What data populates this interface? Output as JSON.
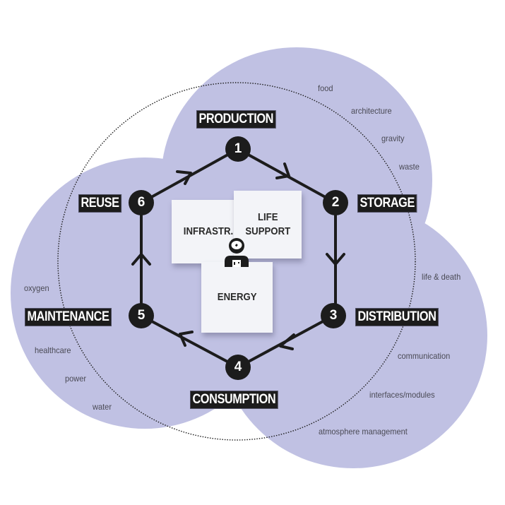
{
  "colors": {
    "cloud": "#c0c1e3",
    "node": "#1c1c1c",
    "label_bg": "#1c1c1c",
    "label_text": "#ffffff",
    "term_text": "#4a4a55",
    "note_bg": "#f3f4f8"
  },
  "stages": [
    {
      "number": "1",
      "label": "PRODUCTION"
    },
    {
      "number": "2",
      "label": "STORAGE"
    },
    {
      "number": "3",
      "label": "DISTRIBUTION"
    },
    {
      "number": "4",
      "label": "CONSUMPTION"
    },
    {
      "number": "5",
      "label": "MAINTENANCE"
    },
    {
      "number": "6",
      "label": "REUSE"
    }
  ],
  "notes": {
    "infrastructure": "INFRASTR.",
    "life_support_line1": "LIFE",
    "life_support_line2": "SUPPORT",
    "energy": "ENERGY"
  },
  "center_icon": "astronaut-icon",
  "terms": {
    "top_right": [
      "food",
      "architecture",
      "gravity",
      "waste"
    ],
    "right": [
      "life & death",
      "communication",
      "interfaces/modules",
      "atmosphere management"
    ],
    "left": [
      "oxygen",
      "healthcare",
      "power",
      "water"
    ]
  }
}
